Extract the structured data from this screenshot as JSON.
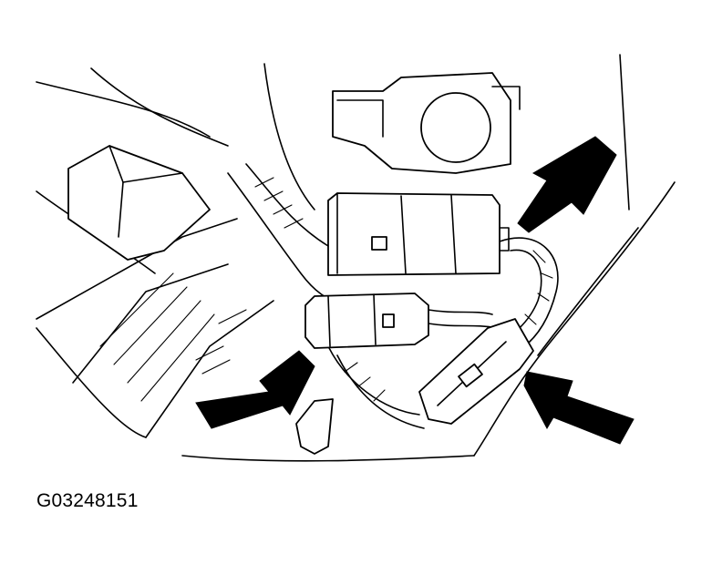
{
  "figure": {
    "caption": "G03248151",
    "callouts": [
      "upper-right-arrow",
      "left-arrow",
      "lower-right-arrow"
    ]
  }
}
